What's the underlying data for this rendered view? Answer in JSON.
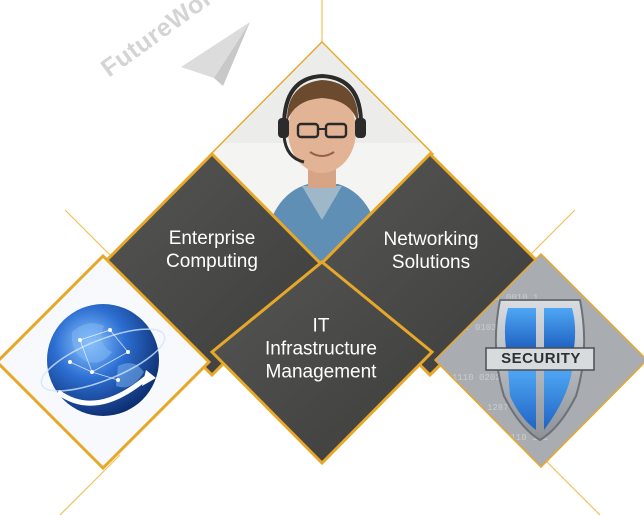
{
  "brand": {
    "watermark": "FutureWorkTech"
  },
  "tiles": {
    "enterprise": {
      "lines": [
        "Enterprise",
        "Computing"
      ]
    },
    "networking": {
      "lines": [
        "Networking",
        "Solutions"
      ]
    },
    "infrastructure": {
      "lines": [
        "IT",
        "Infrastructure",
        "Management"
      ]
    },
    "security_label": "SECURITY"
  },
  "colors": {
    "accent_gold": "#e7a82a",
    "line_gold": "#f2c15c",
    "tile_dark": "#4a4a48",
    "watermark_gray": "#d4d4d4"
  },
  "icons": {
    "person": "support-agent-photo",
    "globe": "globe-network-icon",
    "shield": "security-shield-icon",
    "logo": "paper-plane-logo-icon"
  }
}
